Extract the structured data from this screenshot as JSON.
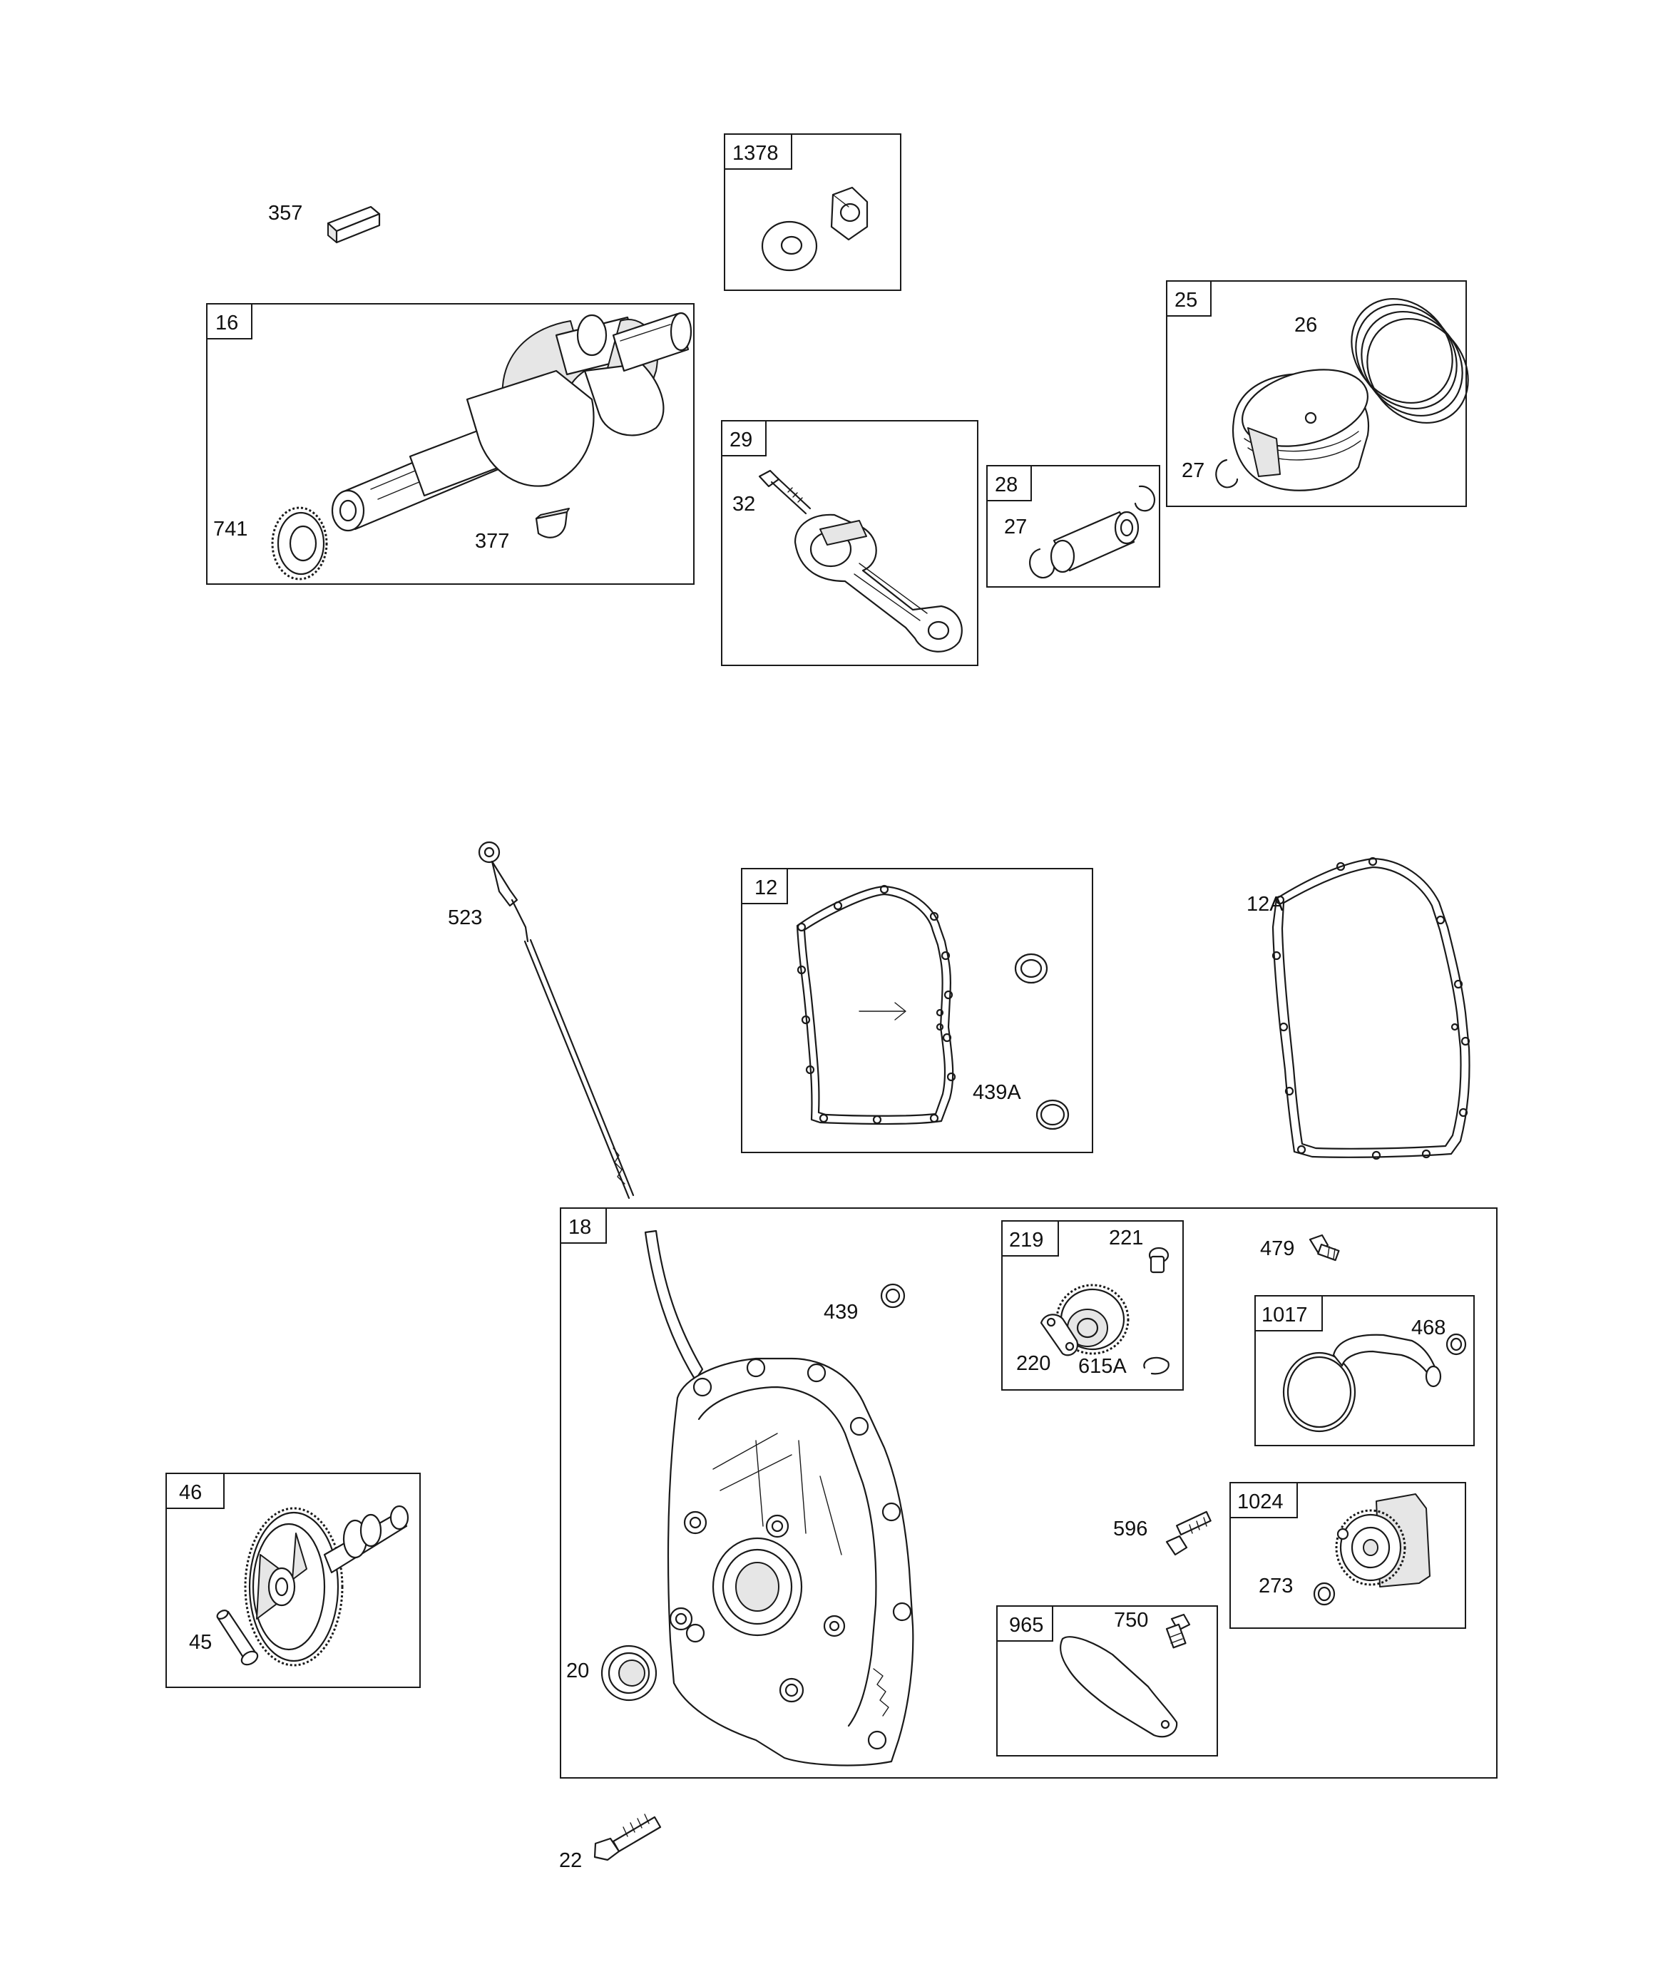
{
  "groups": [
    {
      "id": "1378"
    },
    {
      "id": "16",
      "parts": [
        "741",
        "377"
      ]
    },
    {
      "id": "29",
      "parts": [
        "32"
      ]
    },
    {
      "id": "28",
      "parts": [
        "27"
      ]
    },
    {
      "id": "25",
      "parts": [
        "26",
        "27"
      ]
    },
    {
      "id": "12",
      "parts": [
        "439A"
      ]
    },
    {
      "id": "18",
      "parts": [
        "439",
        "20"
      ]
    },
    {
      "id": "219",
      "parts": [
        "221",
        "220",
        "615A"
      ]
    },
    {
      "id": "1017",
      "parts": [
        "468"
      ]
    },
    {
      "id": "1024",
      "parts": [
        "273"
      ]
    },
    {
      "id": "965",
      "parts": [
        "750"
      ]
    },
    {
      "id": "46",
      "parts": [
        "45"
      ]
    }
  ],
  "loose_parts": [
    "357",
    "523",
    "12A",
    "479",
    "596",
    "22"
  ]
}
